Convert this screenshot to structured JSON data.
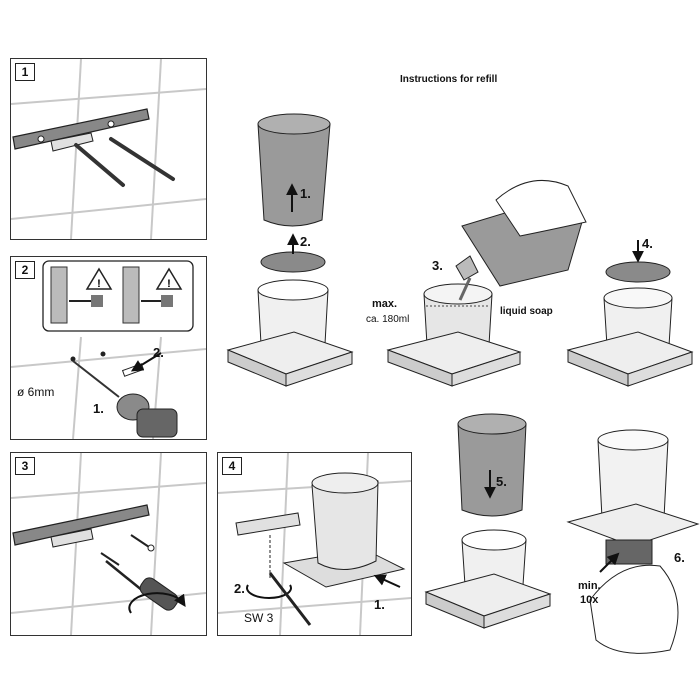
{
  "title": "Instructions for refill",
  "panels": [
    {
      "number": "1"
    },
    {
      "number": "2",
      "drill_size": "ø 6mm",
      "steps": [
        "1.",
        "2."
      ]
    },
    {
      "number": "3"
    },
    {
      "number": "4",
      "steps": [
        "1.",
        "2."
      ],
      "wrench": "SW 3"
    }
  ],
  "refill": {
    "step1": "1.",
    "step2": "2.",
    "step3": "3.",
    "step4": "4.",
    "step5": "5.",
    "step6": "6.",
    "max_label": "max.",
    "volume_label": "ca. 180ml",
    "liquid_label": "liquid soap",
    "min_label": "min.",
    "min_count": "10x"
  },
  "colors": {
    "frosted": "#e6e6e6",
    "dark_glass": "#9a9a9a",
    "line": "#222222",
    "tile": "#c8c8c8"
  }
}
